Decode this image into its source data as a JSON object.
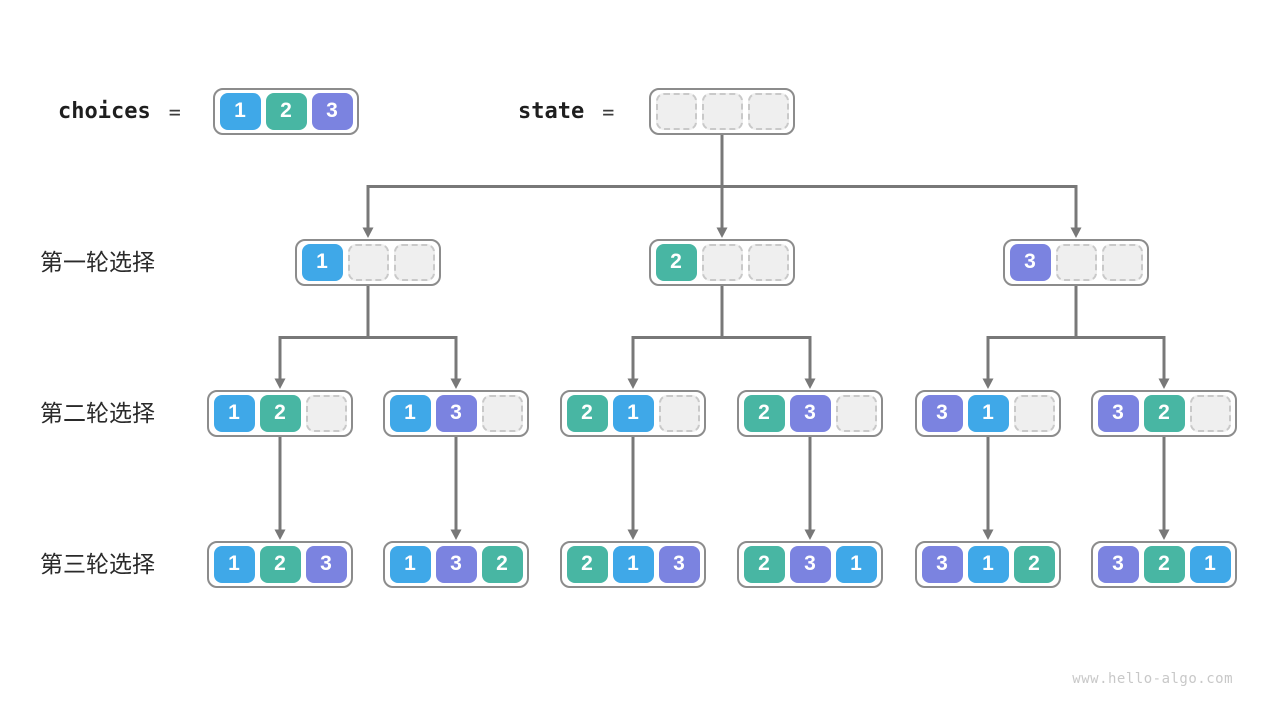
{
  "page": {
    "watermark": "www.hello-algo.com"
  },
  "colors": {
    "v1": "#3fa8e8",
    "v2": "#48b6a3",
    "v3": "#7b83e0",
    "arrow": "#787878",
    "container_border": "#8c8c8c",
    "empty_bg": "#efefef",
    "empty_border": "#c9c9c9"
  },
  "header": {
    "choices_label": "choices",
    "state_label": "state",
    "equals": "="
  },
  "row_labels": [
    "第一轮选择",
    "第二轮选择",
    "第三轮选择"
  ],
  "tree": {
    "nodes": [
      {
        "id": "choices",
        "cells": [
          1,
          2,
          3
        ]
      },
      {
        "id": "state",
        "cells": [
          null,
          null,
          null
        ]
      },
      {
        "id": "n1",
        "cells": [
          1,
          null,
          null
        ]
      },
      {
        "id": "n2",
        "cells": [
          2,
          null,
          null
        ]
      },
      {
        "id": "n3",
        "cells": [
          3,
          null,
          null
        ]
      },
      {
        "id": "n12",
        "cells": [
          1,
          2,
          null
        ]
      },
      {
        "id": "n13",
        "cells": [
          1,
          3,
          null
        ]
      },
      {
        "id": "n21",
        "cells": [
          2,
          1,
          null
        ]
      },
      {
        "id": "n23",
        "cells": [
          2,
          3,
          null
        ]
      },
      {
        "id": "n31",
        "cells": [
          3,
          1,
          null
        ]
      },
      {
        "id": "n32",
        "cells": [
          3,
          2,
          null
        ]
      },
      {
        "id": "n123",
        "cells": [
          1,
          2,
          3
        ]
      },
      {
        "id": "n132",
        "cells": [
          1,
          3,
          2
        ]
      },
      {
        "id": "n213",
        "cells": [
          2,
          1,
          3
        ]
      },
      {
        "id": "n231",
        "cells": [
          2,
          3,
          1
        ]
      },
      {
        "id": "n312",
        "cells": [
          3,
          1,
          2
        ]
      },
      {
        "id": "n321",
        "cells": [
          3,
          2,
          1
        ]
      }
    ],
    "edges": [
      {
        "from": "state",
        "to": [
          "n1",
          "n2",
          "n3"
        ]
      },
      {
        "from": "n1",
        "to": [
          "n12",
          "n13"
        ]
      },
      {
        "from": "n2",
        "to": [
          "n21",
          "n23"
        ]
      },
      {
        "from": "n3",
        "to": [
          "n31",
          "n32"
        ]
      },
      {
        "from": "n12",
        "to": [
          "n123"
        ]
      },
      {
        "from": "n13",
        "to": [
          "n132"
        ]
      },
      {
        "from": "n21",
        "to": [
          "n213"
        ]
      },
      {
        "from": "n23",
        "to": [
          "n231"
        ]
      },
      {
        "from": "n31",
        "to": [
          "n312"
        ]
      },
      {
        "from": "n32",
        "to": [
          "n321"
        ]
      }
    ]
  }
}
